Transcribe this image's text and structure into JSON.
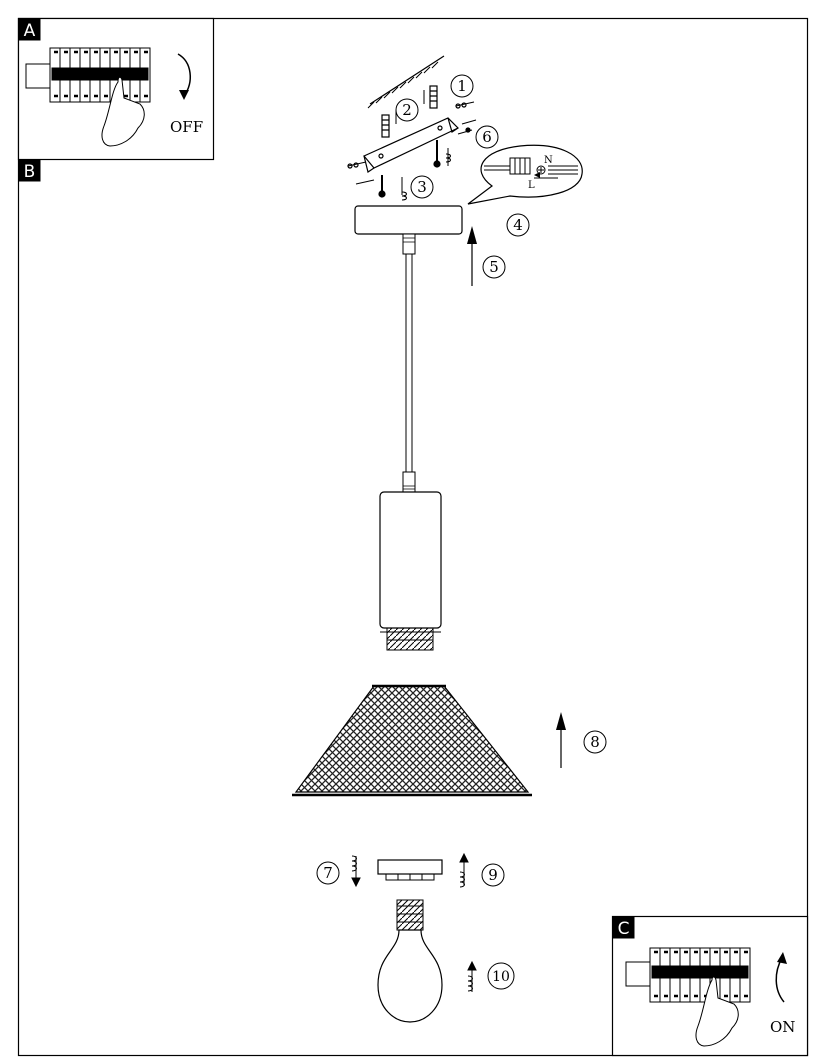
{
  "panels": {
    "a": {
      "letter": "A",
      "switch_text": "OFF"
    },
    "b": {
      "letter": "B"
    },
    "c": {
      "letter": "C",
      "switch_text": "ON"
    }
  },
  "steps": [
    "1",
    "2",
    "3",
    "4",
    "5",
    "6",
    "7",
    "8",
    "9",
    "10"
  ],
  "wiring": {
    "neutral": "N",
    "live": "L"
  }
}
